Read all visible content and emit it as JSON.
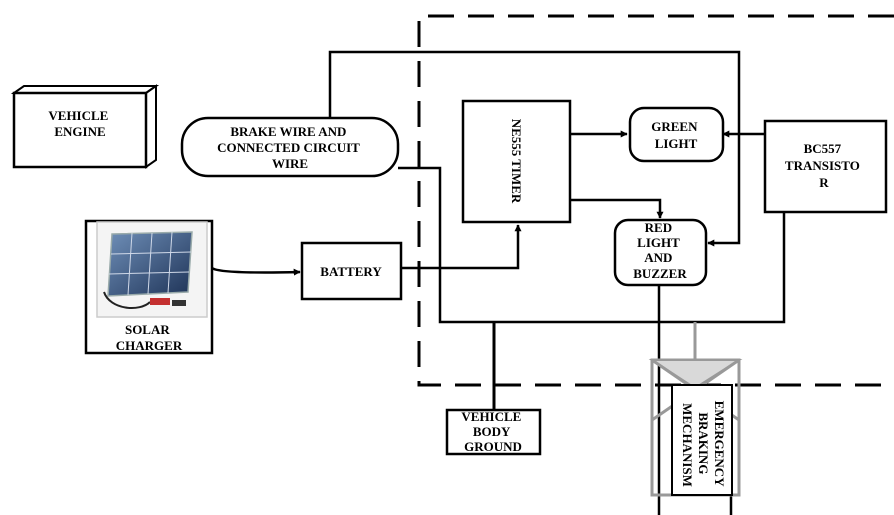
{
  "colors": {
    "line": "#000000",
    "mechanism_grey": "#999999",
    "mechanism_fill": "#d9d9d9",
    "solar_frame": "#cccccc"
  },
  "blocks": {
    "vehicle_engine": [
      "VEHICLE",
      "ENGINE"
    ],
    "brake_wire": [
      "BRAKE WIRE AND",
      "CONNECTED CIRCUIT",
      "WIRE"
    ],
    "solar_charger": [
      "SOLAR",
      "CHARGER"
    ],
    "battery": [
      "BATTERY"
    ],
    "ne555_timer": [
      "NE555 TIMER"
    ],
    "green_light": [
      "GREEN",
      "LIGHT"
    ],
    "red_light_buzzer": [
      "RED",
      "LIGHT",
      "AND",
      "BUZZER"
    ],
    "bc557_transistor": [
      "BC557",
      "TRANSISTO",
      "R"
    ],
    "vehicle_body_ground": [
      "VEHICLE",
      "BODY",
      "GROUND"
    ],
    "emergency_braking": [
      "EMERGENCY",
      "BRAKING",
      "MECHANISM"
    ]
  }
}
